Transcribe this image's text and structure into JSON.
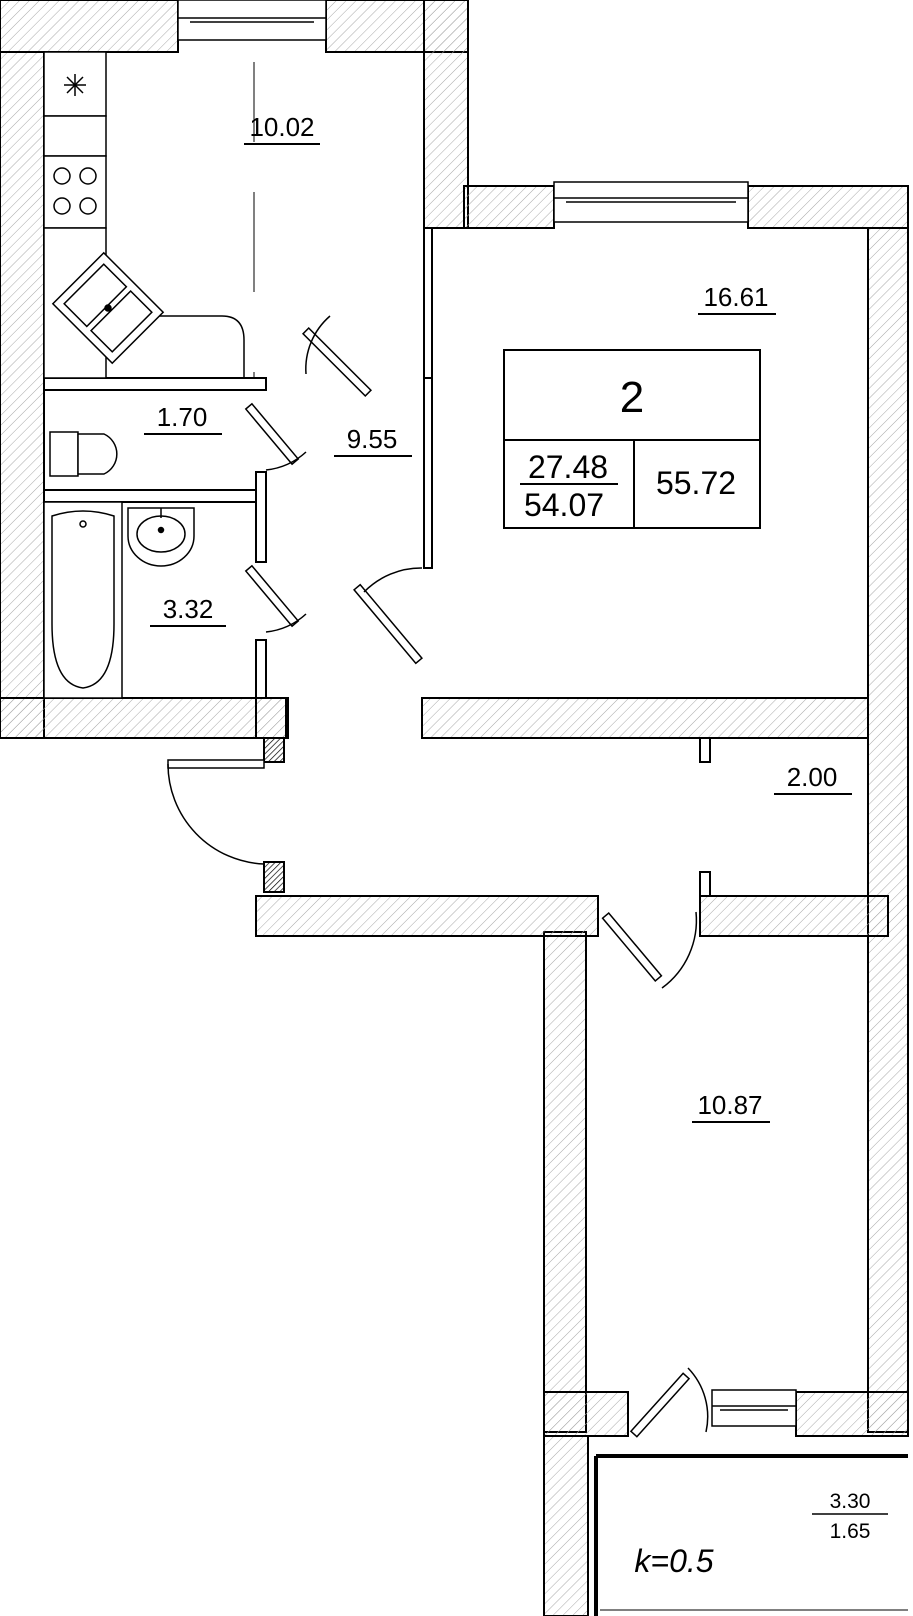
{
  "rooms": {
    "kitchen": "10.02",
    "toilet": "1.70",
    "bathroom": "3.32",
    "corridor": "9.55",
    "living_room": "16.61",
    "hall": "2.00",
    "bedroom": "10.87"
  },
  "summary": {
    "rooms_count": "2",
    "living_area": "27.48",
    "usable_area": "54.07",
    "total_area": "55.72"
  },
  "balcony": {
    "area": "3.30",
    "reduced_area": "1.65",
    "coefficient": "k=0.5"
  },
  "colors": {
    "line": "#000000",
    "hatch": "#9a9a9a",
    "background": "#ffffff"
  }
}
